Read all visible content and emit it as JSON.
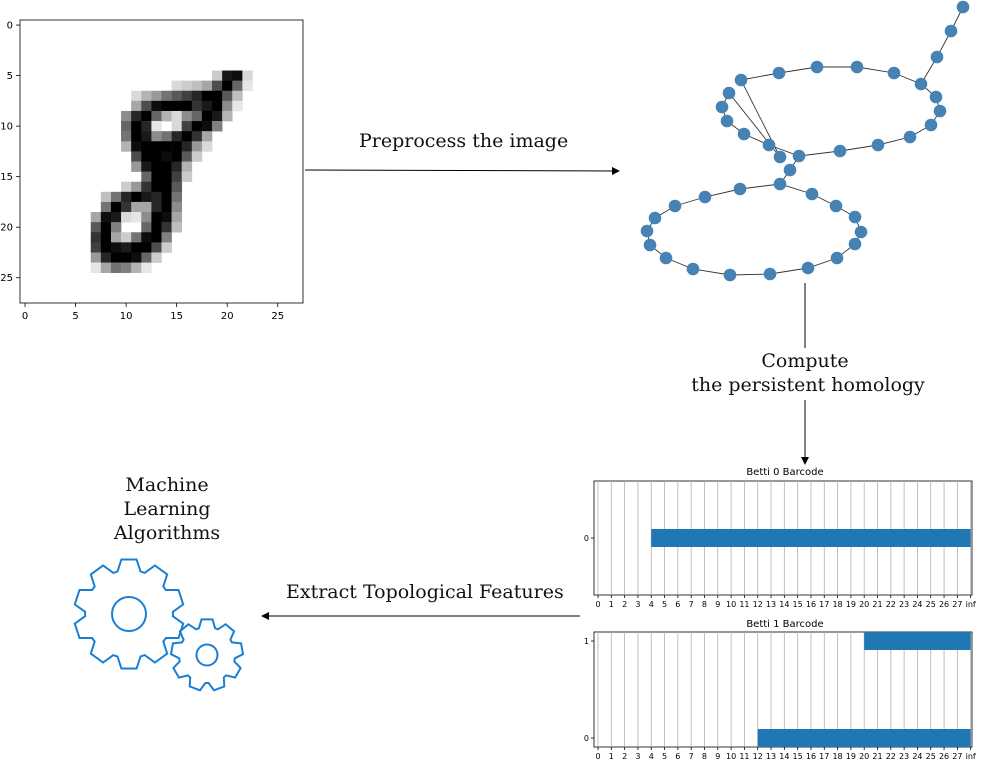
{
  "image_plot": {
    "x_ticks": [
      "0",
      "5",
      "10",
      "15",
      "20",
      "25"
    ],
    "y_ticks": [
      "0",
      "5",
      "10",
      "15",
      "20",
      "25"
    ],
    "pixel_rows": [
      {
        "row": 5,
        "cells": [
          [
            19,
            0.2
          ],
          [
            20,
            0.9
          ],
          [
            21,
            0.95
          ],
          [
            22,
            0.15
          ]
        ]
      },
      {
        "row": 6,
        "cells": [
          [
            15,
            0.15
          ],
          [
            16,
            0.2
          ],
          [
            17,
            0.25
          ],
          [
            18,
            0.35
          ],
          [
            19,
            0.7
          ],
          [
            20,
            1
          ],
          [
            21,
            0.6
          ],
          [
            22,
            0.1
          ]
        ]
      },
      {
        "row": 7,
        "cells": [
          [
            11,
            0.15
          ],
          [
            12,
            0.3
          ],
          [
            13,
            0.4
          ],
          [
            14,
            0.55
          ],
          [
            15,
            0.65
          ],
          [
            16,
            0.75
          ],
          [
            17,
            0.85
          ],
          [
            18,
            1
          ],
          [
            19,
            1
          ],
          [
            20,
            0.65
          ],
          [
            21,
            0.25
          ]
        ]
      },
      {
        "row": 8,
        "cells": [
          [
            11,
            0.35
          ],
          [
            12,
            0.7
          ],
          [
            13,
            0.95
          ],
          [
            14,
            1
          ],
          [
            15,
            1
          ],
          [
            16,
            1
          ],
          [
            17,
            0.8
          ],
          [
            18,
            0.9
          ],
          [
            19,
            1
          ],
          [
            20,
            0.45
          ],
          [
            21,
            0.1
          ]
        ]
      },
      {
        "row": 9,
        "cells": [
          [
            10,
            0.45
          ],
          [
            11,
            0.85
          ],
          [
            12,
            1
          ],
          [
            13,
            0.6
          ],
          [
            14,
            0.3
          ],
          [
            15,
            0.15
          ],
          [
            16,
            0.45
          ],
          [
            17,
            0.6
          ],
          [
            18,
            1
          ],
          [
            19,
            0.9
          ],
          [
            20,
            0.3
          ]
        ]
      },
      {
        "row": 10,
        "cells": [
          [
            10,
            0.6
          ],
          [
            11,
            1
          ],
          [
            12,
            0.85
          ],
          [
            13,
            0.1
          ],
          [
            15,
            0.15
          ],
          [
            16,
            0.75
          ],
          [
            17,
            1
          ],
          [
            18,
            0.95
          ],
          [
            19,
            0.5
          ]
        ]
      },
      {
        "row": 11,
        "cells": [
          [
            10,
            0.55
          ],
          [
            11,
            1
          ],
          [
            12,
            0.9
          ],
          [
            13,
            0.45
          ],
          [
            14,
            0.55
          ],
          [
            15,
            0.85
          ],
          [
            16,
            1
          ],
          [
            17,
            0.8
          ],
          [
            18,
            0.35
          ]
        ]
      },
      {
        "row": 12,
        "cells": [
          [
            10,
            0.3
          ],
          [
            11,
            0.95
          ],
          [
            12,
            1
          ],
          [
            13,
            1
          ],
          [
            14,
            1
          ],
          [
            15,
            1
          ],
          [
            16,
            0.85
          ],
          [
            17,
            0.4
          ],
          [
            18,
            0.15
          ]
        ]
      },
      {
        "row": 13,
        "cells": [
          [
            11,
            0.7
          ],
          [
            12,
            1
          ],
          [
            13,
            1
          ],
          [
            14,
            0.95
          ],
          [
            15,
            1
          ],
          [
            16,
            0.65
          ],
          [
            17,
            0.2
          ]
        ]
      },
      {
        "row": 14,
        "cells": [
          [
            11,
            0.4
          ],
          [
            12,
            0.9
          ],
          [
            13,
            1
          ],
          [
            14,
            1
          ],
          [
            15,
            0.85
          ],
          [
            16,
            0.3
          ]
        ]
      },
      {
        "row": 15,
        "cells": [
          [
            12,
            0.6
          ],
          [
            13,
            1
          ],
          [
            14,
            1
          ],
          [
            15,
            0.75
          ],
          [
            16,
            0.2
          ]
        ]
      },
      {
        "row": 16,
        "cells": [
          [
            10,
            0.2
          ],
          [
            11,
            0.4
          ],
          [
            12,
            0.8
          ],
          [
            13,
            1
          ],
          [
            14,
            1
          ],
          [
            15,
            0.65
          ]
        ]
      },
      {
        "row": 17,
        "cells": [
          [
            8,
            0.25
          ],
          [
            9,
            0.55
          ],
          [
            10,
            0.85
          ],
          [
            11,
            1
          ],
          [
            12,
            0.9
          ],
          [
            13,
            0.85
          ],
          [
            14,
            1
          ],
          [
            15,
            0.55
          ]
        ]
      },
      {
        "row": 18,
        "cells": [
          [
            8,
            0.55
          ],
          [
            9,
            1
          ],
          [
            10,
            0.8
          ],
          [
            11,
            0.35
          ],
          [
            12,
            0.35
          ],
          [
            13,
            0.85
          ],
          [
            14,
            1
          ],
          [
            15,
            0.45
          ]
        ]
      },
      {
        "row": 19,
        "cells": [
          [
            7,
            0.35
          ],
          [
            8,
            0.95
          ],
          [
            9,
            0.9
          ],
          [
            10,
            0.15
          ],
          [
            11,
            0.1
          ],
          [
            12,
            0.45
          ],
          [
            13,
            1
          ],
          [
            14,
            0.95
          ],
          [
            15,
            0.35
          ]
        ]
      },
      {
        "row": 20,
        "cells": [
          [
            7,
            0.65
          ],
          [
            8,
            1
          ],
          [
            9,
            0.5
          ],
          [
            12,
            0.6
          ],
          [
            13,
            1
          ],
          [
            14,
            0.8
          ],
          [
            15,
            0.25
          ]
        ]
      },
      {
        "row": 21,
        "cells": [
          [
            7,
            0.8
          ],
          [
            8,
            1
          ],
          [
            9,
            0.35
          ],
          [
            10,
            0.2
          ],
          [
            11,
            0.55
          ],
          [
            12,
            0.95
          ],
          [
            13,
            1
          ],
          [
            14,
            0.5
          ]
        ]
      },
      {
        "row": 22,
        "cells": [
          [
            7,
            0.75
          ],
          [
            8,
            1
          ],
          [
            9,
            0.95
          ],
          [
            10,
            0.9
          ],
          [
            11,
            1
          ],
          [
            12,
            1
          ],
          [
            13,
            0.7
          ],
          [
            14,
            0.2
          ]
        ]
      },
      {
        "row": 23,
        "cells": [
          [
            7,
            0.4
          ],
          [
            8,
            0.85
          ],
          [
            9,
            1
          ],
          [
            10,
            1
          ],
          [
            11,
            0.95
          ],
          [
            12,
            0.6
          ],
          [
            13,
            0.2
          ]
        ]
      },
      {
        "row": 24,
        "cells": [
          [
            7,
            0.1
          ],
          [
            8,
            0.35
          ],
          [
            9,
            0.55
          ],
          [
            10,
            0.5
          ],
          [
            11,
            0.3
          ],
          [
            12,
            0.1
          ]
        ]
      }
    ]
  },
  "labels": {
    "preprocess": "Preprocess the image",
    "compute_line1": "Compute",
    "compute_line2": "the persistent homology",
    "extract": "Extract Topological Features",
    "ml_line1": "Machine",
    "ml_line2": "Learning",
    "ml_line3": "Algorithms"
  },
  "graph": {
    "upper_loop": [
      [
        780,
        157
      ],
      [
        741,
        80
      ],
      [
        779,
        73
      ],
      [
        817,
        67
      ],
      [
        857,
        67
      ],
      [
        894,
        73
      ],
      [
        921,
        84
      ],
      [
        936,
        97
      ],
      [
        940,
        111
      ],
      [
        931,
        125
      ],
      [
        910,
        137
      ],
      [
        878,
        145
      ],
      [
        840,
        151
      ],
      [
        799,
        156
      ],
      [
        769,
        145
      ],
      [
        744,
        134
      ],
      [
        727,
        121
      ],
      [
        722,
        107
      ],
      [
        729,
        93
      ]
    ],
    "lower_loop": [
      [
        780,
        184
      ],
      [
        740,
        189
      ],
      [
        705,
        197
      ],
      [
        675,
        206
      ],
      [
        655,
        218
      ],
      [
        647,
        231
      ],
      [
        650,
        245
      ],
      [
        666,
        258
      ],
      [
        693,
        269
      ],
      [
        730,
        275
      ],
      [
        770,
        274
      ],
      [
        808,
        268
      ],
      [
        837,
        258
      ],
      [
        855,
        244
      ],
      [
        861,
        232
      ],
      [
        855,
        217
      ],
      [
        836,
        206
      ],
      [
        812,
        194
      ]
    ],
    "tail": [
      [
        921,
        84
      ],
      [
        937,
        57
      ],
      [
        951,
        31
      ],
      [
        963,
        7
      ]
    ],
    "node_color": "#4682b4"
  },
  "chart_data": [
    {
      "type": "bar",
      "title": "Betti 0 Barcode",
      "x_tick_labels": [
        "0",
        "1",
        "2",
        "3",
        "4",
        "5",
        "6",
        "7",
        "8",
        "9",
        "10",
        "11",
        "12",
        "13",
        "14",
        "15",
        "16",
        "17",
        "18",
        "19",
        "20",
        "21",
        "22",
        "23",
        "24",
        "25",
        "26",
        "27",
        "inf"
      ],
      "y_tick_labels": [
        "0"
      ],
      "bars": [
        {
          "y": 0,
          "start": 4,
          "end": "inf"
        }
      ],
      "grid": true,
      "color": "#1f77b4"
    },
    {
      "type": "bar",
      "title": "Betti 1 Barcode",
      "x_tick_labels": [
        "0",
        "1",
        "2",
        "3",
        "4",
        "5",
        "6",
        "7",
        "8",
        "9",
        "10",
        "11",
        "12",
        "13",
        "14",
        "15",
        "16",
        "17",
        "18",
        "19",
        "20",
        "21",
        "22",
        "23",
        "24",
        "25",
        "26",
        "27",
        "inf"
      ],
      "y_tick_labels": [
        "0",
        "1"
      ],
      "bars": [
        {
          "y": 0,
          "start": 12,
          "end": "inf"
        },
        {
          "y": 1,
          "start": 20,
          "end": "inf"
        }
      ],
      "grid": true,
      "color": "#1f77b4"
    }
  ],
  "gear_color": "#1a7fd4"
}
